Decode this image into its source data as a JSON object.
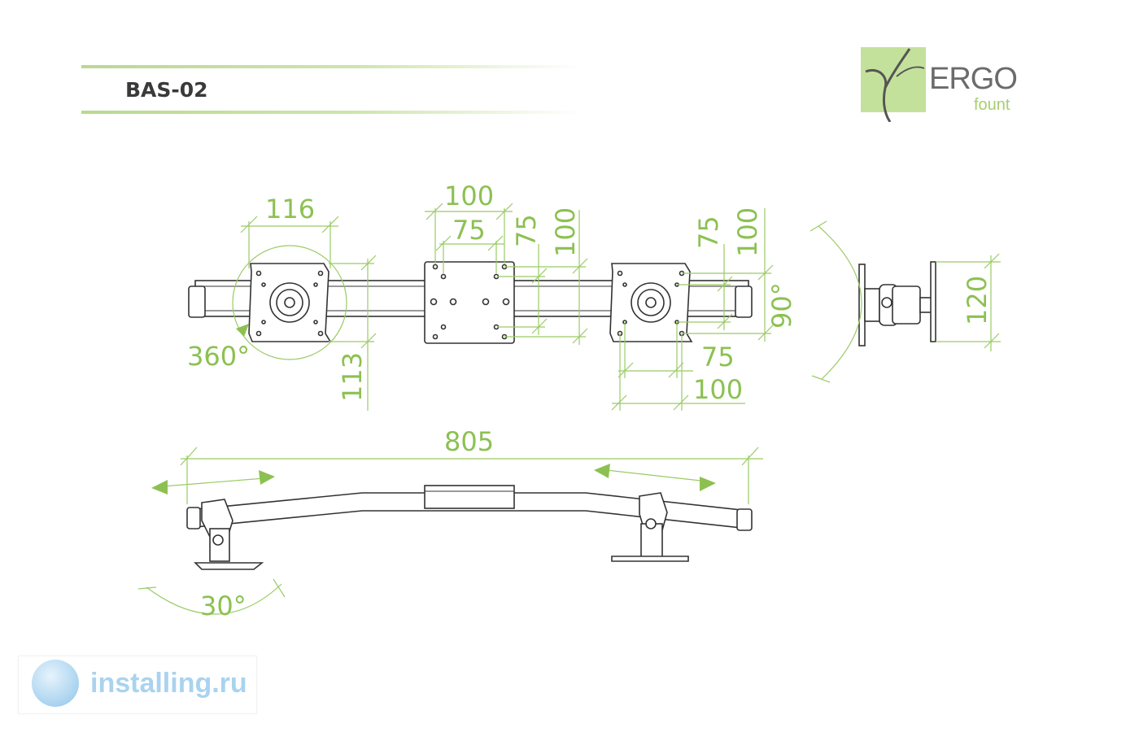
{
  "header": {
    "model": "BAS-02"
  },
  "logo": {
    "brand": "ERGO",
    "sub": "fount"
  },
  "dimensions": {
    "left_plate_width": "116",
    "center_outer": "100",
    "center_inner": "75",
    "center_vert_inner": "75",
    "center_vert_outer": "100",
    "right_vert_inner": "75",
    "right_vert_outer": "100",
    "right_bottom_inner": "75",
    "right_bottom_outer": "100",
    "rotation": "360°",
    "height_113": "113",
    "tilt": "90°",
    "depth_120": "120",
    "total_length": "805",
    "swivel": "30°"
  },
  "watermark": {
    "text": "installing.ru"
  }
}
